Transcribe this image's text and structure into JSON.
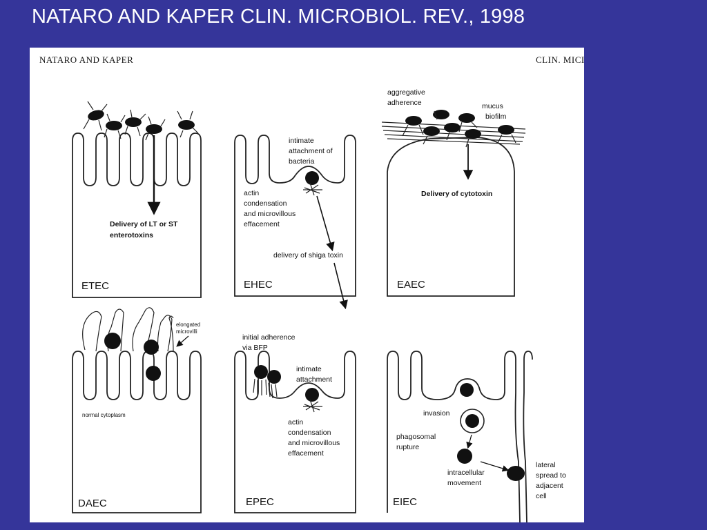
{
  "slide_title": "NATARO AND KAPER CLIN. MICROBIOL. REV., 1998",
  "figure": {
    "header_left": "NATARO AND KAPER",
    "header_right": "CLIN. MICI",
    "panels": {
      "etec": {
        "name": "ETEC",
        "lines": [
          "Delivery of LT or ST",
          "enterotoxins"
        ]
      },
      "ehec": {
        "name": "EHEC",
        "attach": [
          "intimate",
          "attachment of",
          "bacteria"
        ],
        "actin": [
          "actin",
          "condensation",
          "and microvillous",
          "effacement"
        ],
        "toxin": "delivery of shiga toxin"
      },
      "eaec": {
        "name": "EAEC",
        "aggregative": [
          "aggregative",
          "adherence"
        ],
        "mucus": [
          "mucus",
          "biofilm"
        ],
        "cytotoxin": "Delivery of cytotoxin"
      },
      "daec": {
        "name": "DAEC",
        "elongated": [
          "elongated",
          "microvilli"
        ],
        "cytoplasm": "normal cytoplasm"
      },
      "epec": {
        "name": "EPEC",
        "initial": [
          "initial adherence",
          "via BFP"
        ],
        "intimate": [
          "intimate",
          "attachment"
        ],
        "actin": [
          "actin",
          "condensation",
          "and microvillous",
          "effacement"
        ]
      },
      "eiec": {
        "name": "EIEC",
        "invasion": "invasion",
        "phagosomal": [
          "phagosomal",
          "rupture"
        ],
        "intracellular": [
          "intracellular",
          "movement"
        ],
        "lateral": [
          "lateral",
          "spread to",
          "adjacent",
          "cell"
        ]
      }
    }
  }
}
